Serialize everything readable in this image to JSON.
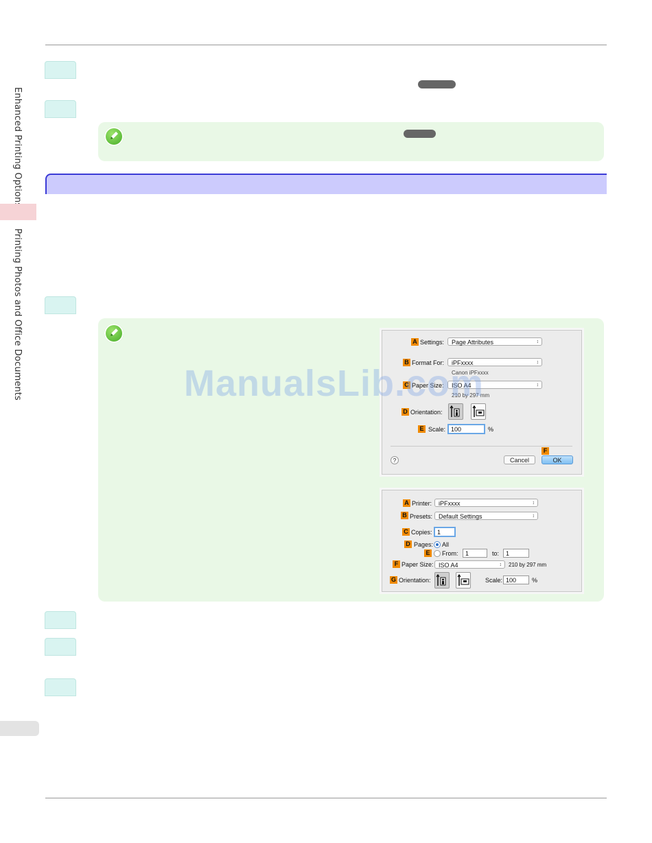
{
  "sidebar": {
    "chapter": "Enhanced Printing Options",
    "section": "Printing Photos and Office Documents"
  },
  "watermark": "ManualsLib.com",
  "page_setup_dialog": {
    "settings_label": "Settings:",
    "settings_value": "Page Attributes",
    "format_for_label": "Format For:",
    "format_for_value": "iPFxxxx",
    "format_for_sub": "Canon iPFxxxx",
    "paper_size_label": "Paper Size:",
    "paper_size_value": "ISO A4",
    "paper_size_sub": "210 by 297 mm",
    "orientation_label": "Orientation:",
    "scale_label": "Scale:",
    "scale_value": "100",
    "scale_unit": "%",
    "help": "?",
    "cancel": "Cancel",
    "ok": "OK",
    "badges": {
      "a": "A",
      "b": "B",
      "c": "C",
      "d": "D",
      "e": "E",
      "f": "F"
    }
  },
  "print_dialog": {
    "printer_label": "Printer:",
    "printer_value": "iPFxxxx",
    "presets_label": "Presets:",
    "presets_value": "Default Settings",
    "copies_label": "Copies:",
    "copies_value": "1",
    "pages_label": "Pages:",
    "pages_all": "All",
    "pages_from": "From:",
    "from_value": "1",
    "pages_to": "to:",
    "to_value": "1",
    "paper_size_label": "Paper Size:",
    "paper_size_value": "ISO A4",
    "paper_size_sub": "210 by 297 mm",
    "orientation_label": "Orientation:",
    "scale_label": "Scale:",
    "scale_value": "100",
    "scale_unit": "%",
    "badges": {
      "a": "A",
      "b": "B",
      "c": "C",
      "d": "D",
      "e": "E",
      "f": "F",
      "g": "G"
    }
  },
  "colors": {
    "step_tab": "#d9f4f1",
    "note_bg": "#e9f8e6",
    "section_bar": "#cccbfd",
    "section_border": "#3b3bd6",
    "badge": "#f08a00",
    "side_tab": "#f6d3d6"
  }
}
